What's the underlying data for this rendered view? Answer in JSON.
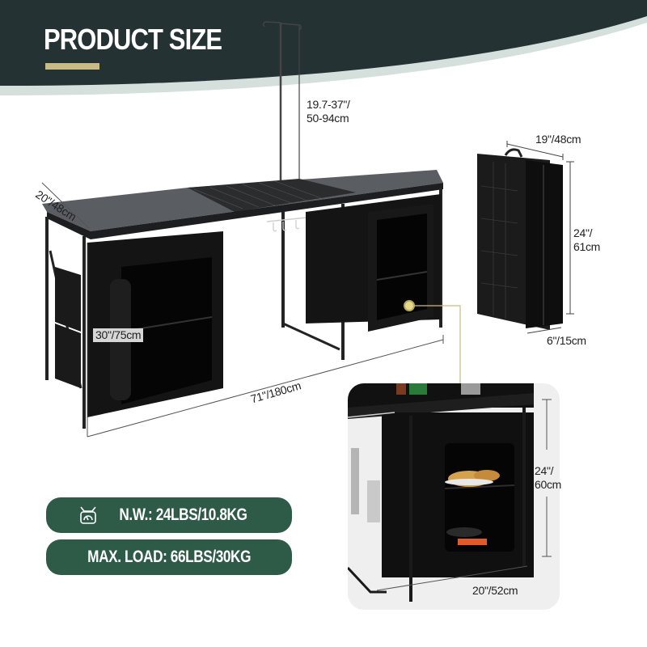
{
  "header": {
    "title": "PRODUCT SIZE",
    "background_color": "#243233",
    "accent_stripe_color": "#d5e0dc",
    "underline_color": "#c9bb85"
  },
  "dimensions": {
    "lantern_pole": "19.7-37\"/\n50-94cm",
    "table_depth": "20\"/48cm",
    "table_height": "30\"/75cm",
    "table_length": "71\"/180cm",
    "folded_width": "19\"/48cm",
    "folded_height": "24\"/\n61cm",
    "folded_thickness": "6\"/15cm",
    "cabinet_height": "24\"/\n60cm",
    "cabinet_width": "20\"/52cm"
  },
  "specs": {
    "net_weight": {
      "icon": "scale-icon",
      "label": "N.W.: 24LBS/10.8KG"
    },
    "max_load": {
      "label": "MAX. LOAD: 66LBS/30KG"
    },
    "pill_color": "#2e5a48"
  },
  "views": {
    "main": "unfolded-camping-table-with-two-cabinets",
    "folded": "folded-table-carry-case",
    "detail": "cabinet-closeup-with-food"
  }
}
